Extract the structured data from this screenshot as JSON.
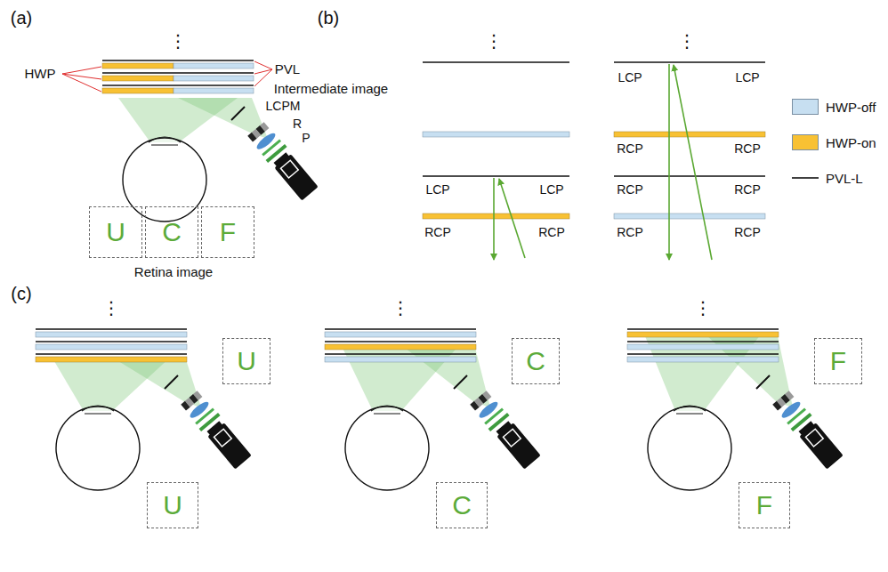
{
  "diagram": {
    "nodes": [
      {
        "text": [
          "U"
        ]
      },
      {
        "text": [
          "C"
        ]
      },
      {
        "text": [
          "F"
        ]
      },
      {
        "text": [
          "U"
        ]
      },
      {
        "text": [
          "U"
        ]
      },
      {
        "text": [
          "C"
        ]
      },
      {
        "text": [
          "C"
        ]
      },
      {
        "text": [
          "F"
        ]
      },
      {
        "text": [
          "F"
        ]
      }
    ],
    "edges": [],
    "labels": [
      "(a)",
      "⋮",
      "HWP",
      "PVL",
      "Intermediate image",
      "LCPM",
      "R",
      "P",
      "Retina image",
      "(b)",
      "⋮",
      "⋮",
      "LCP",
      "LCP",
      "RCP",
      "RCP",
      "LCP",
      "LCP",
      "RCP",
      "RCP",
      "RCP",
      "RCP",
      "RCP",
      "RCP",
      "(c)",
      "⋮",
      "⋮",
      "⋮"
    ],
    "legend": [
      {
        "text": "HWP-off",
        "color": "#c7dff1"
      },
      {
        "text": "HWP-on",
        "color": "#f8c133"
      },
      {
        "text": "PVL-L"
      }
    ]
  }
}
